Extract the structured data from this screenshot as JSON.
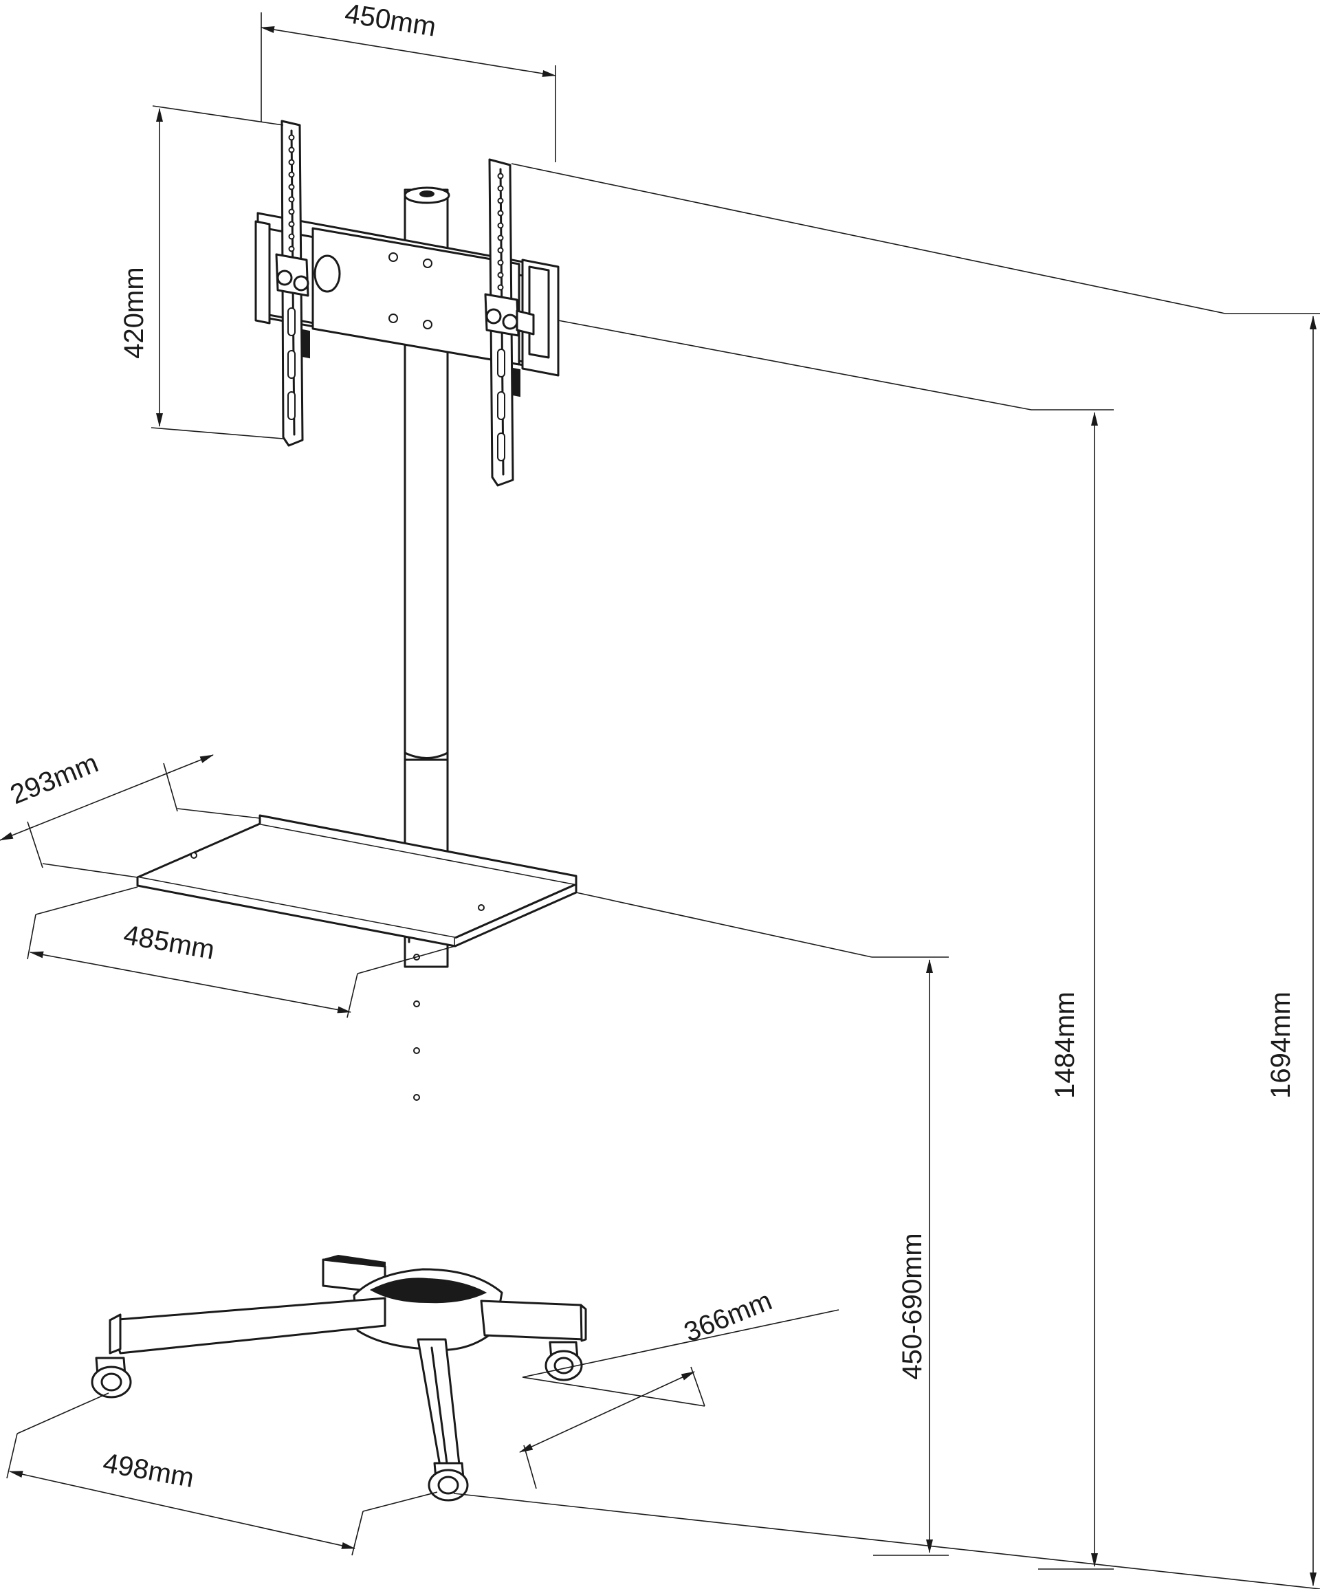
{
  "dimensions": {
    "mount_width": "450mm",
    "mount_height": "420mm",
    "shelf_depth": "293mm",
    "shelf_width": "485mm",
    "base_depth": "366mm",
    "base_width": "498mm",
    "shelf_height": "450-690mm",
    "mount_height_from_floor": "1484mm",
    "total_height": "1694mm"
  },
  "colors": {
    "ink": "#1a1a1a",
    "background": "#ffffff"
  }
}
